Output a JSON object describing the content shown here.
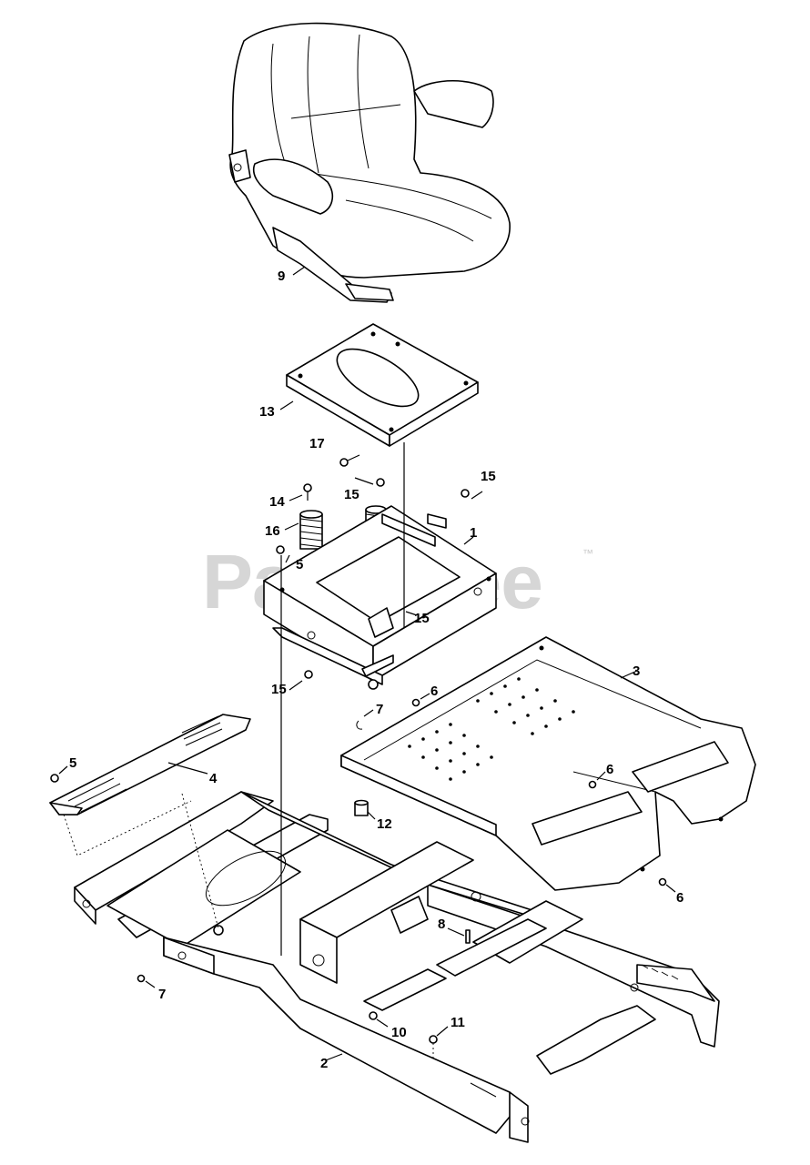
{
  "watermark": {
    "text": "PartsTree",
    "trademark": "™"
  },
  "callouts": [
    {
      "part": "9",
      "label": "9"
    },
    {
      "part": "13",
      "label": "13"
    },
    {
      "part": "17",
      "label": "17"
    },
    {
      "part": "15",
      "label": "15"
    },
    {
      "part": "14",
      "label": "14"
    },
    {
      "part": "15",
      "label": "15"
    },
    {
      "part": "16",
      "label": "16"
    },
    {
      "part": "5",
      "label": "5"
    },
    {
      "part": "1",
      "label": "1"
    },
    {
      "part": "15",
      "label": "15"
    },
    {
      "part": "15",
      "label": "15"
    },
    {
      "part": "3",
      "label": "3"
    },
    {
      "part": "6",
      "label": "6"
    },
    {
      "part": "7",
      "label": "7"
    },
    {
      "part": "5",
      "label": "5"
    },
    {
      "part": "4",
      "label": "4"
    },
    {
      "part": "6",
      "label": "6"
    },
    {
      "part": "12",
      "label": "12"
    },
    {
      "part": "6",
      "label": "6"
    },
    {
      "part": "8",
      "label": "8"
    },
    {
      "part": "7",
      "label": "7"
    },
    {
      "part": "10",
      "label": "10"
    },
    {
      "part": "11",
      "label": "11"
    },
    {
      "part": "2",
      "label": "2"
    }
  ]
}
